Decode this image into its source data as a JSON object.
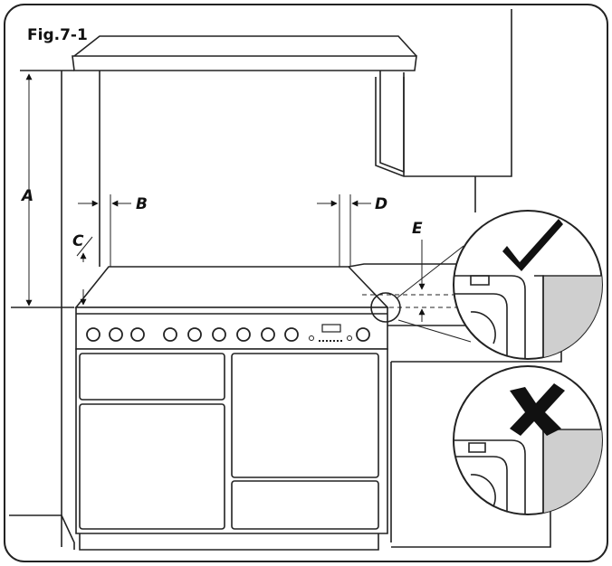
{
  "figure": {
    "title": "Fig.7-1",
    "labels": {
      "a": "A",
      "b": "B",
      "c": "C",
      "d": "D",
      "e": "E"
    },
    "icons": {
      "correct": "checkmark-icon",
      "incorrect": "cross-icon"
    }
  }
}
